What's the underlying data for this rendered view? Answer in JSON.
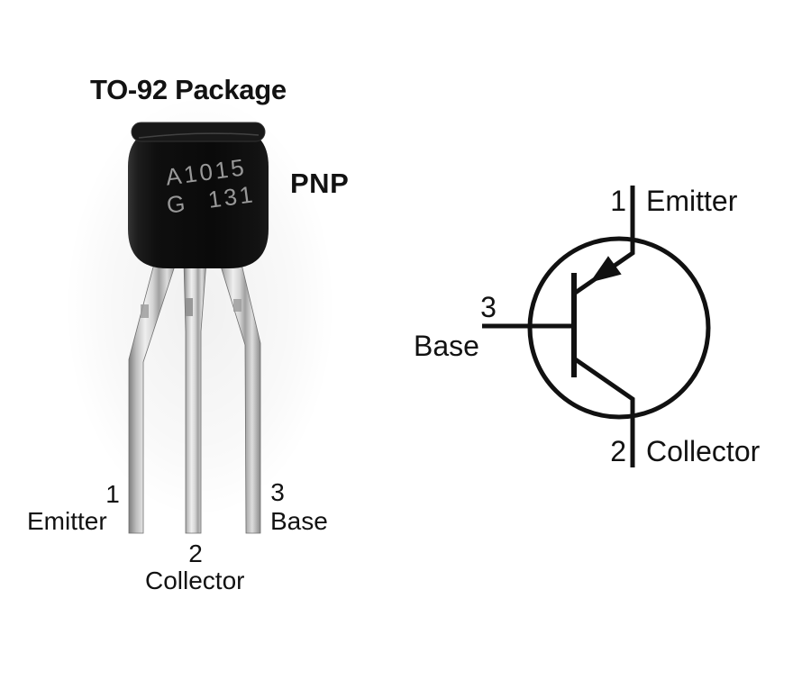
{
  "colors": {
    "background": "#ffffff",
    "line": "#111111",
    "text": "#121212",
    "package_body": "#0d0d0d",
    "package_marking": "#989898",
    "lead_metal": "#d6d6d6"
  },
  "photo_figure": {
    "title": "TO-92 Package",
    "transistor_type": "PNP",
    "marking": {
      "line1": "A1015",
      "line2": "G 131"
    },
    "pins": [
      {
        "number": "1",
        "name": "Emitter"
      },
      {
        "number": "2",
        "name": "Collector"
      },
      {
        "number": "3",
        "name": "Base"
      }
    ]
  },
  "schematic_figure": {
    "pins": [
      {
        "number": "1",
        "name": "Emitter"
      },
      {
        "number": "3",
        "name": "Base"
      },
      {
        "number": "2",
        "name": "Collector"
      }
    ]
  }
}
